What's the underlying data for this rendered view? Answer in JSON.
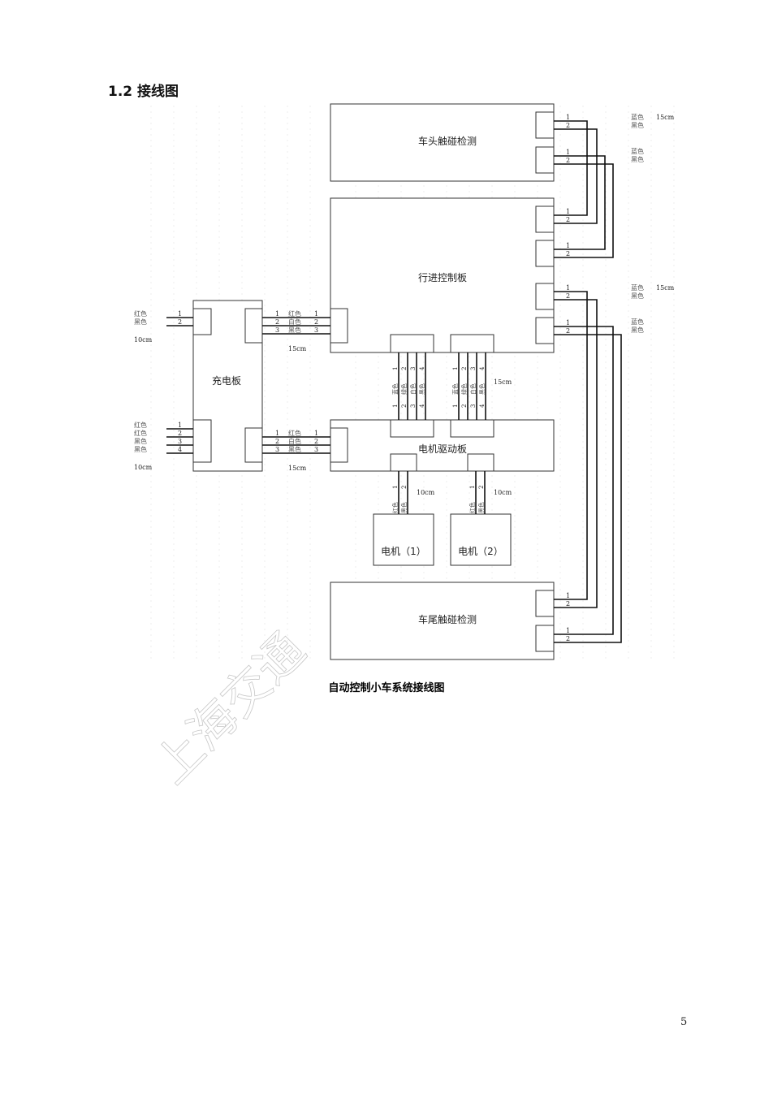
{
  "heading": "1.2  接线图",
  "caption": "自动控制小车系统接线图",
  "page_number": "5",
  "watermark": "上海交通",
  "boards": {
    "front_touch": "车头触碰检测",
    "travel_control": "行进控制板",
    "charging": "充电板",
    "motor_driver": "电机驱动板",
    "motor1": "电机（1）",
    "motor2": "电机（2）",
    "rear_touch": "车尾触碰检测"
  },
  "pins": {
    "p1": "1",
    "p2": "2",
    "p3": "3",
    "p4": "4"
  },
  "colors": {
    "blue": "蓝色",
    "black": "黑色",
    "red": "红色",
    "white": "白色",
    "green": "绿色",
    "blue_v": "蓝色",
    "green_v": "绿色",
    "white_v": "白色",
    "black_v": "黑色",
    "red_v": "红色"
  },
  "lengths": {
    "l15": "15cm",
    "l10": "10cm"
  }
}
